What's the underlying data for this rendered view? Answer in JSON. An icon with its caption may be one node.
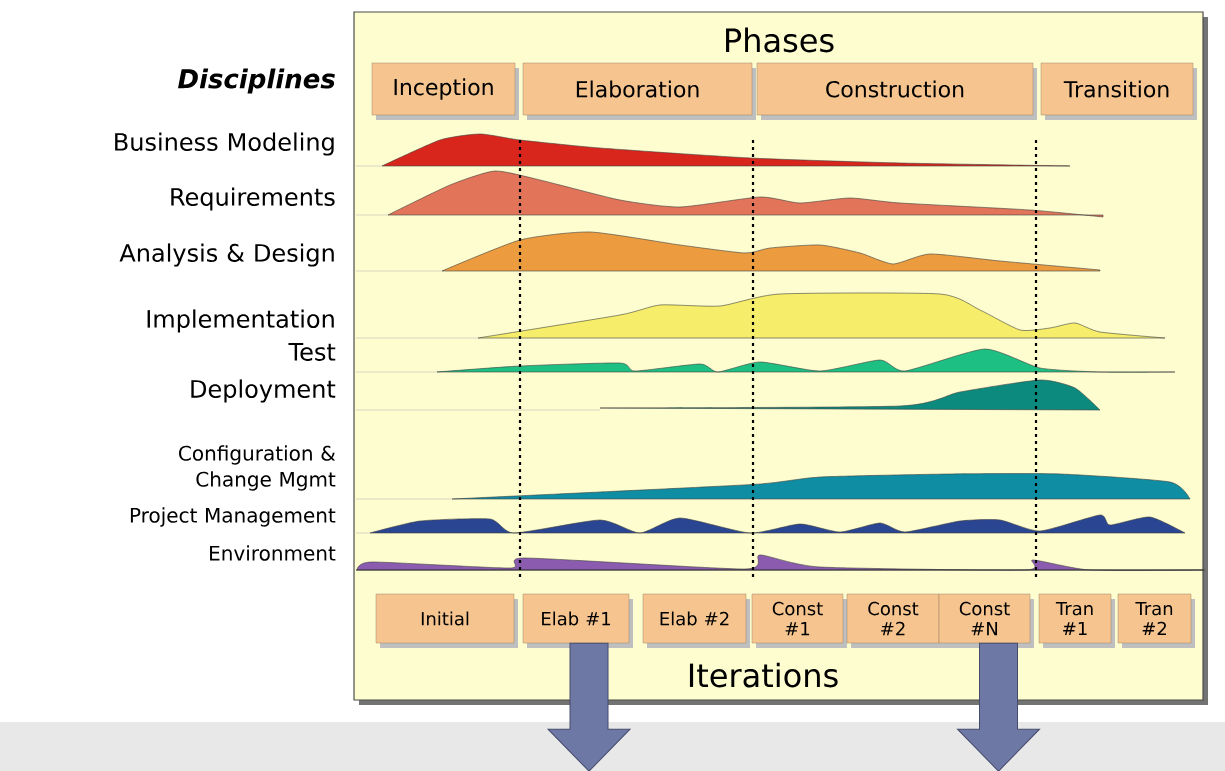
{
  "diagram": {
    "nodes": [
      {
        "text": [
          "Phases",
          "Iterations"
        ]
      },
      {
        "text": [
          "Inception"
        ],
        "in": 0
      },
      {
        "text": [
          "Elaboration"
        ],
        "in": 0
      },
      {
        "text": [
          "Construction"
        ],
        "in": 0
      },
      {
        "text": [
          "Transition"
        ],
        "in": 0
      },
      {
        "text": [
          "Initial"
        ],
        "in": 0
      },
      {
        "text": [
          "Elab #1"
        ],
        "in": 0
      },
      {
        "text": [
          "Elab #2"
        ],
        "in": 0
      },
      {
        "text": [
          "Const #1"
        ],
        "in": 0
      },
      {
        "text": [
          "Const #2"
        ],
        "in": 0
      },
      {
        "text": [
          "Const #N"
        ],
        "in": 0
      },
      {
        "text": [
          "Tran #1"
        ],
        "in": 0
      },
      {
        "text": [
          "Tran #2"
        ],
        "in": 0
      }
    ],
    "edges": [
      {
        "from": 6,
        "to": null,
        "arrow": "to"
      },
      {
        "from": 10,
        "to": null,
        "arrow": "to"
      }
    ],
    "labels": [
      "Disciplines",
      "Business Modeling",
      "Requirements",
      "Analysis & Design",
      "Implementation",
      "Test",
      "Deployment",
      "Configuration & Change Mgmt",
      "Project Management",
      "Environment"
    ]
  }
}
